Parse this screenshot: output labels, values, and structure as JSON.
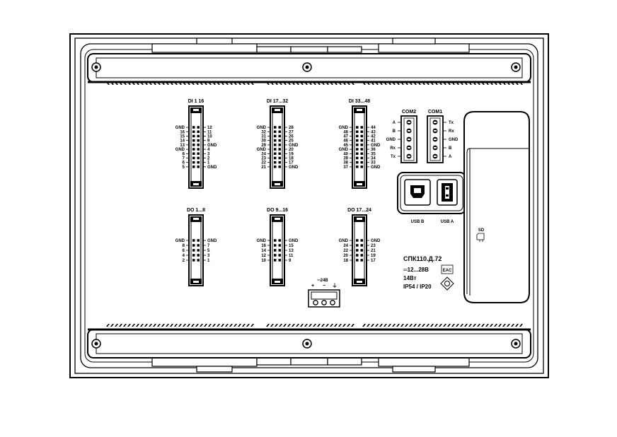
{
  "connectors": {
    "di1": {
      "title": "DI 1   16",
      "left": [
        "GND",
        "16",
        "15",
        "14",
        "13",
        "GND",
        "8",
        "7",
        "6",
        "5"
      ],
      "right": [
        "12",
        "11",
        "10",
        "9",
        "GND",
        "4",
        "3",
        "2",
        "1",
        "GND"
      ]
    },
    "di17": {
      "title": "DI 17...32",
      "left": [
        "GND",
        "32",
        "31",
        "30",
        "29",
        "GND",
        "24",
        "23",
        "22",
        "21"
      ],
      "right": [
        "28",
        "27",
        "26",
        "25",
        "GND",
        "20",
        "19",
        "18",
        "17",
        "GND"
      ]
    },
    "di33": {
      "title": "DI 33...48",
      "left": [
        "GND",
        "48",
        "47",
        "46",
        "45",
        "GND",
        "40",
        "39",
        "38",
        "37"
      ],
      "right": [
        "44",
        "43",
        "42",
        "41",
        "GND",
        "36",
        "35",
        "34",
        "33",
        "GND"
      ]
    },
    "do1": {
      "title": "DO 1...8",
      "left": [
        "GND",
        "8",
        "6",
        "4",
        "2"
      ],
      "right": [
        "GND",
        "7",
        "5",
        "3",
        "1"
      ]
    },
    "do9": {
      "title": "DO 9...16",
      "left": [
        "GND",
        "16",
        "14",
        "12",
        "10"
      ],
      "right": [
        "GND",
        "15",
        "13",
        "11",
        "9"
      ]
    },
    "do17": {
      "title": "DO 17...24",
      "left": [
        "GND",
        "24",
        "22",
        "20",
        "18"
      ],
      "right": [
        "GND",
        "23",
        "21",
        "19",
        "17"
      ]
    }
  },
  "com2": {
    "title": "COM2",
    "pins": [
      "A",
      "B",
      "GND",
      "Rx",
      "Tx"
    ]
  },
  "com1": {
    "title": "COM1",
    "pins": [
      "Tx",
      "Rx",
      "GND",
      "B",
      "A"
    ]
  },
  "usb_b_label": "USB B",
  "usb_a_label": "USB A",
  "sd_label": "SD",
  "power": {
    "label": "═24В",
    "signs": [
      "+",
      "−",
      "⏚"
    ]
  },
  "model": {
    "name": "СПК110.Д.72",
    "voltage": "═12...28В",
    "power": "14Вт",
    "ip": "IP54 / IP20"
  },
  "marks": {
    "eac": "EAC"
  }
}
